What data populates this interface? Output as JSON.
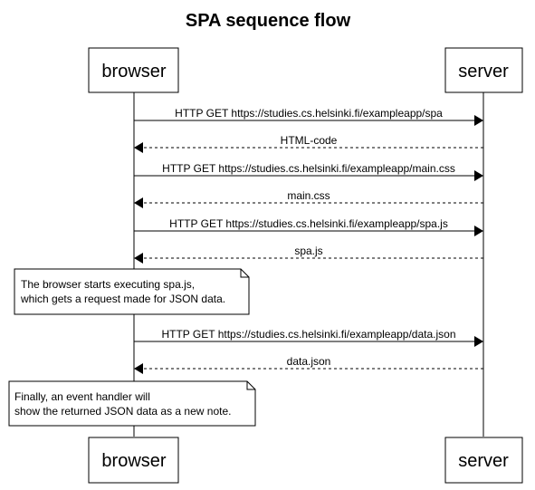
{
  "title": "SPA sequence flow",
  "participants": [
    {
      "id": "browser",
      "label": "browser"
    },
    {
      "id": "server",
      "label": "server"
    }
  ],
  "messages": [
    {
      "from": "browser",
      "to": "server",
      "label": "HTTP GET https://studies.cs.helsinki.fi/exampleapp/spa",
      "style": "solid"
    },
    {
      "from": "server",
      "to": "browser",
      "label": "HTML-code",
      "style": "dashed"
    },
    {
      "from": "browser",
      "to": "server",
      "label": "HTTP GET https://studies.cs.helsinki.fi/exampleapp/main.css",
      "style": "solid"
    },
    {
      "from": "server",
      "to": "browser",
      "label": "main.css",
      "style": "dashed"
    },
    {
      "from": "browser",
      "to": "server",
      "label": "HTTP GET https://studies.cs.helsinki.fi/exampleapp/spa.js",
      "style": "solid"
    },
    {
      "from": "server",
      "to": "browser",
      "label": "spa.js",
      "style": "dashed"
    },
    {
      "from": "browser",
      "to": "server",
      "label": "HTTP GET https://studies.cs.helsinki.fi/exampleapp/data.json",
      "style": "solid"
    },
    {
      "from": "server",
      "to": "browser",
      "label": "data.json",
      "style": "dashed"
    }
  ],
  "notes": [
    {
      "over": "browser",
      "lines": [
        "The browser starts executing spa.js,",
        "which gets a request made for JSON data."
      ]
    },
    {
      "over": "browser",
      "lines": [
        "Finally, an event handler will",
        "show the returned JSON data as a new note."
      ]
    }
  ],
  "colors": {
    "line": "#000000",
    "background": "#ffffff",
    "note_fill": "#ffffff"
  }
}
